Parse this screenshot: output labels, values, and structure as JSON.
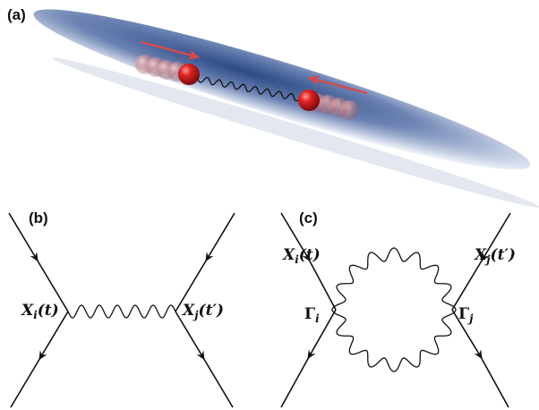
{
  "panels": {
    "a": {
      "label": "(a)"
    },
    "b": {
      "label": "(b)",
      "left_vertex": {
        "symbol": "X",
        "sub": "i",
        "arg": "(t)"
      },
      "right_vertex": {
        "symbol": "X",
        "sub": "j",
        "arg": "(t′)"
      }
    },
    "c": {
      "label": "(c)",
      "left_label": {
        "symbol": "X",
        "sub": "i",
        "arg": "(t)"
      },
      "right_label": {
        "symbol": "X",
        "sub": "j",
        "arg": "(t′)"
      },
      "left_vertex": {
        "symbol": "Γ",
        "sub": "i"
      },
      "right_vertex": {
        "symbol": "Γ",
        "sub": "j"
      }
    }
  },
  "colors": {
    "ellipse_dark": "#2c4a86",
    "ellipse_light": "#e8edf6",
    "particle": "#cc1a1a",
    "arrow": "#d94a4a",
    "ink": "#111111"
  },
  "icons": {
    "particle": "red-sphere-icon",
    "motion_arrow": "arrow-icon"
  }
}
